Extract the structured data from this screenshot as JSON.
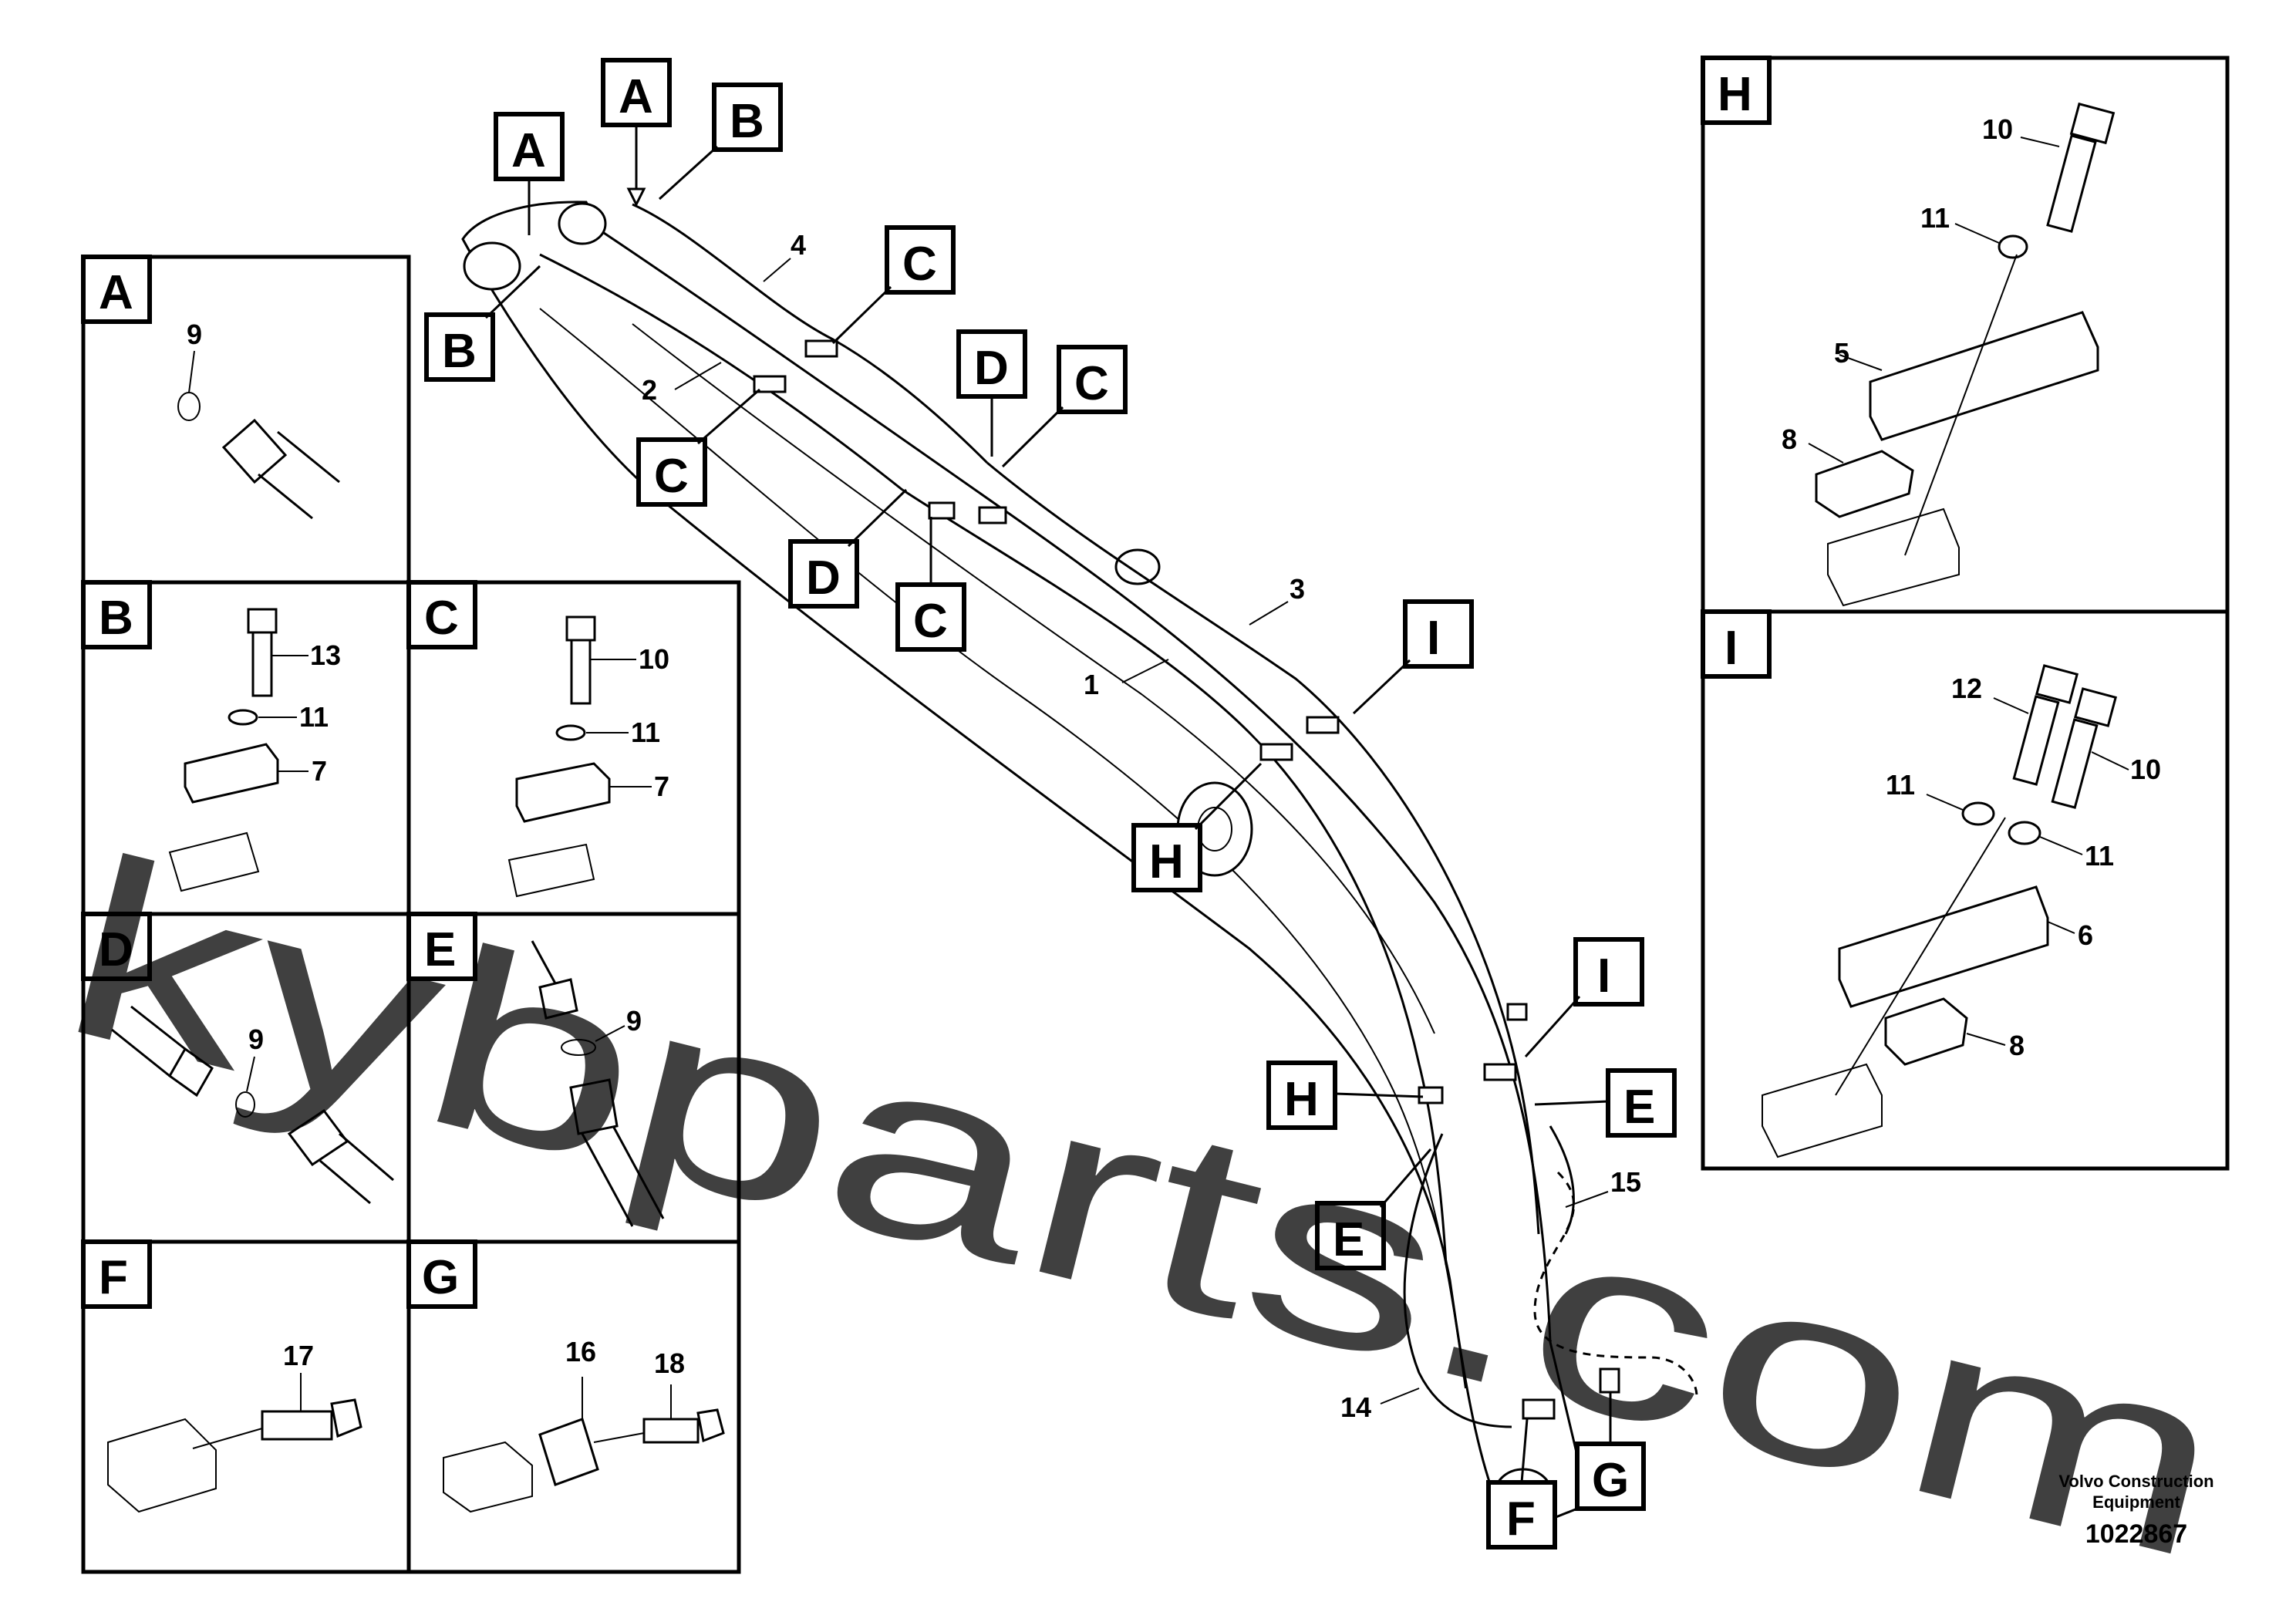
{
  "callout_letters": {
    "A": "A",
    "B": "B",
    "C": "C",
    "D": "D",
    "E": "E",
    "F": "F",
    "G": "G",
    "H": "H",
    "I": "I"
  },
  "part_numbers": {
    "p1": "1",
    "p2": "2",
    "p3": "3",
    "p4": "4",
    "p5": "5",
    "p6": "6",
    "p7": "7",
    "p8": "8",
    "p9": "9",
    "p10": "10",
    "p11": "11",
    "p12": "12",
    "p13": "13",
    "p14": "14",
    "p15": "15",
    "p16": "16",
    "p17": "17",
    "p18": "18"
  },
  "watermark": "kybparts.com",
  "footer": {
    "company_line1": "Volvo Construction",
    "company_line2": "Equipment",
    "document_number": "1022867"
  }
}
